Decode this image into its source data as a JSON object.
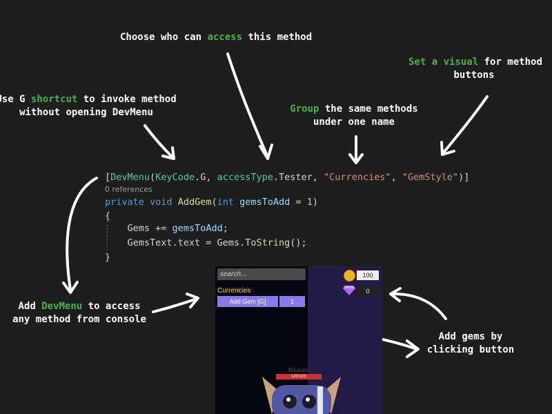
{
  "annotations": {
    "access": {
      "before": "Choose who can ",
      "highlight": "access",
      "after": " this method"
    },
    "visual": {
      "highlight": "Set a visual",
      "after": " for method",
      "line2": "buttons"
    },
    "shortcut": {
      "before": "Use G ",
      "highlight": "shortcut",
      "after": " to invoke method",
      "line2": "without opening DevMenu"
    },
    "group": {
      "highlight": "Group",
      "after": " the same methods",
      "line2": "under one name"
    },
    "devmenu": {
      "before": "Add ",
      "highlight": "DevMenu",
      "after": " to access",
      "line2": "any method from console"
    },
    "gems": {
      "line1": "Add gems by",
      "line2": "clicking button"
    }
  },
  "code": {
    "attr_open": "[",
    "attr_name": "DevMenu",
    "p1": "(",
    "keycode_type": "KeyCode",
    "keycode_member": ".G, ",
    "access_type": "accessType",
    "access_member": ".Tester, ",
    "group_str": "\"Currencies\"",
    "sep": ", ",
    "style_str": "\"GemStyle\"",
    "attr_close": ")]",
    "references": "0 references",
    "kw_private": "private",
    "kw_void": "void",
    "method_name": "AddGem",
    "paren_open": "(",
    "kw_int": "int",
    "param_name": "gemsToAdd",
    "equals": " = ",
    "default_val": "1",
    "paren_close": ")",
    "brace_open": "{",
    "stmt1_left": "    Gems += ",
    "stmt1_param": "gemsToAdd",
    "stmt1_end": ";",
    "stmt2_left": "    GemsText.text = Gems.",
    "stmt2_fn": "ToString",
    "stmt2_end": "();",
    "brace_close": "}"
  },
  "game": {
    "search_placeholder": "search...",
    "group_label": "Currencies",
    "button_label": "Add Gem [G]",
    "button_value": "1",
    "coins": "100",
    "gems": "0",
    "character_name": "Ricardo",
    "hp_text": "100/100",
    "colors": {
      "accent": "#8a7ae8",
      "coin": "#f0b428",
      "gem": "#b06ae8",
      "group_label": "#ffd84d",
      "highlight": "#4caf50"
    }
  }
}
